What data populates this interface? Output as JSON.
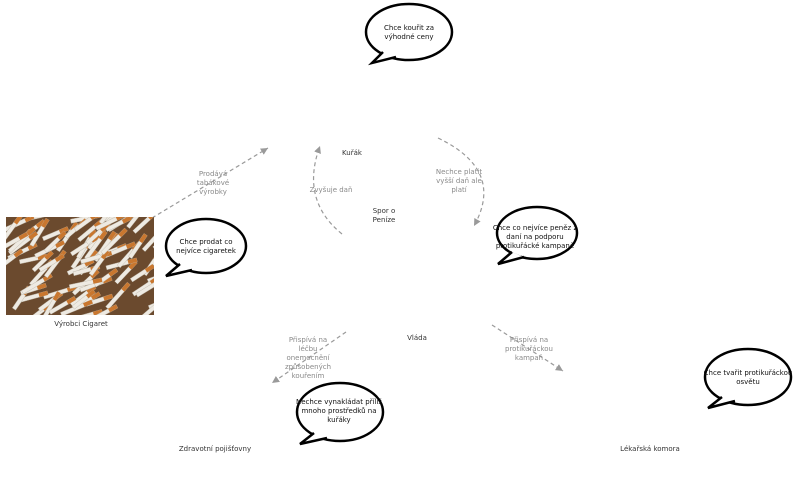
{
  "nodes": {
    "kurak": "Kuřák",
    "spor": "Spor o Peníze",
    "vyrobci": "Výrobci Cigaret",
    "vlada": "Vláda",
    "pojistovny": "Zdravotní pojišťovny",
    "komora": "Lékařská komora"
  },
  "edges": {
    "prodava": "Prodává tabákové výrobky",
    "zvysuje": "Zvyšuje daň",
    "nechce_platit": "Nechce platit vyšší daň ale platí",
    "prispiva_lecbu": "Přispívá na léčbu onemocnění způsobených kouřením",
    "prispiva_kampan": "Přispívá na protikuřáckou kampaň"
  },
  "bubbles": {
    "kurak_want": "Chce kouřit za výhodné ceny",
    "vyrobci_want": "Chce prodat co nejvíce cigaretek",
    "vlada_want": "Chce co nejvíce peněz z daní na podporu protikuřácké kampaně",
    "pojistovny_want": "Nechce vynakládat příliš mnoho prostředků na kuřáky",
    "komora_want": "Chce tvařit protikuřáckou osvětu"
  },
  "photo": {
    "icon": "cigarettes-image"
  },
  "colors": {
    "arrow": "#9a9a9a",
    "bubble_stroke": "#000000"
  }
}
